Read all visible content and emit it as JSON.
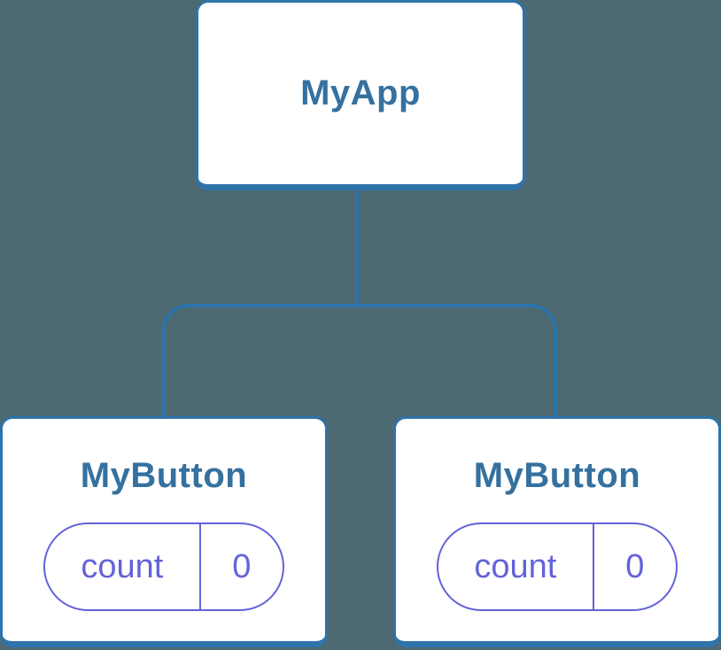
{
  "diagram": {
    "colors": {
      "background": "#4D6971",
      "node_fill": "#FFFFFF",
      "node_border": "#2E73AA",
      "node_label": "#35719F",
      "connector": "#2D74AC",
      "state_accent": "#6363DA"
    },
    "root": {
      "label": "MyApp"
    },
    "children": [
      {
        "label": "MyButton",
        "state": {
          "name": "count",
          "value": "0"
        }
      },
      {
        "label": "MyButton",
        "state": {
          "name": "count",
          "value": "0"
        }
      }
    ]
  }
}
